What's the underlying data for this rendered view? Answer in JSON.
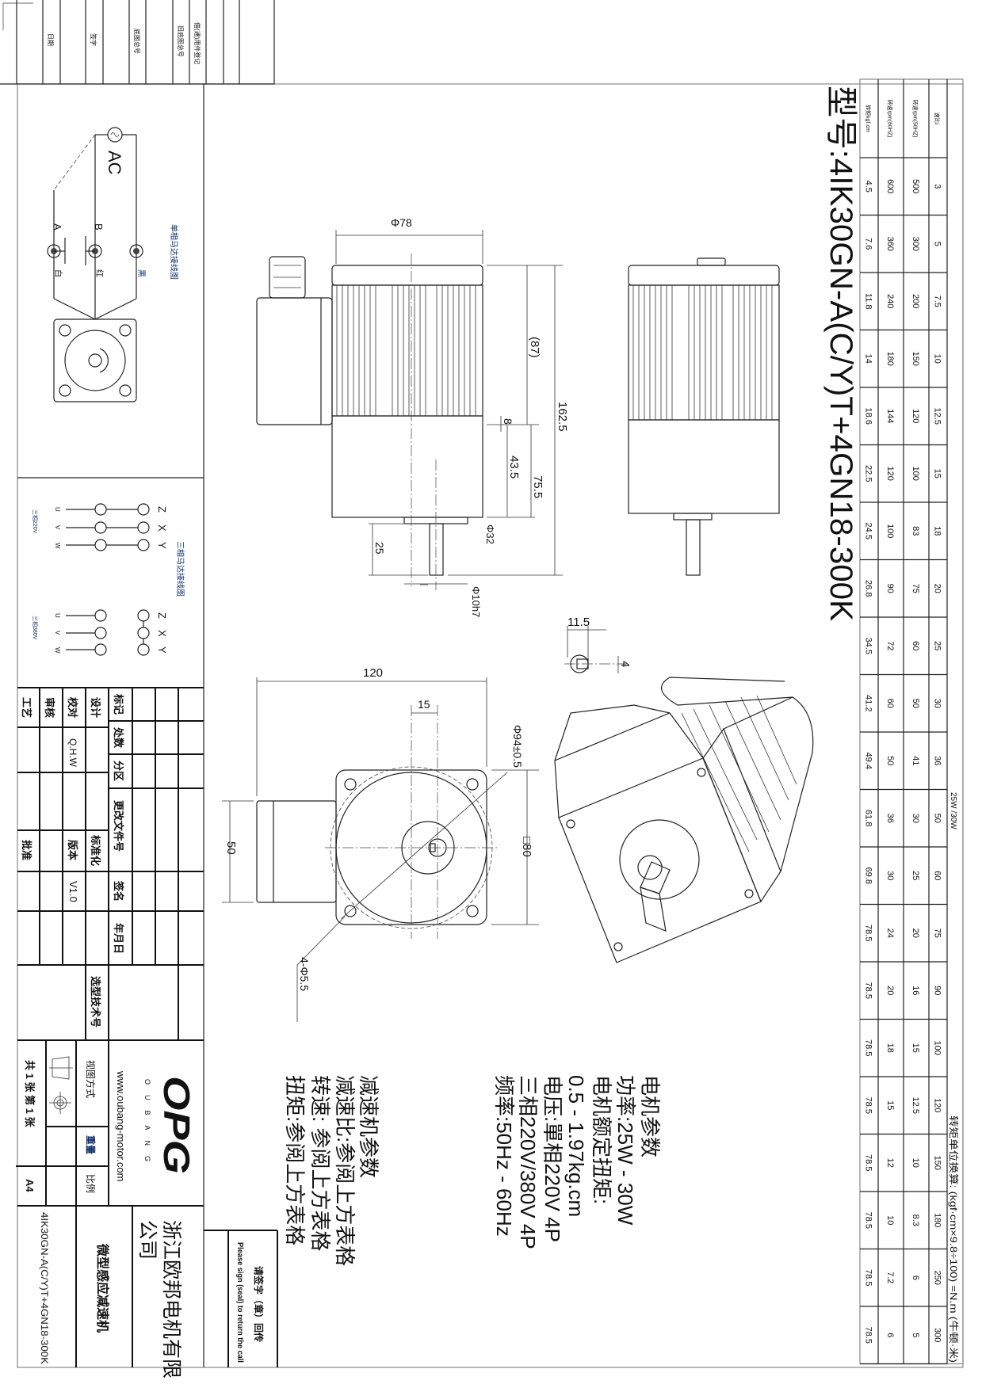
{
  "title": "型号:4IK30GN-A(C/Y)T+4GN18-300K",
  "top_strip": [
    "日期",
    "签字",
    "底图总号",
    "旧底图总号",
    "借(通)用件登记"
  ],
  "single_phase": {
    "title": "单相马达接线图",
    "ac": "AC",
    "a": "A",
    "b": "B",
    "white": "白",
    "red": "红",
    "black": "黑"
  },
  "three_phase": {
    "title": "三相马达接线图",
    "label_220": "三相220V",
    "label_380": "三相380V",
    "u": "U",
    "v": "V",
    "w": "W",
    "z": "Z",
    "x": "X",
    "y": "Y"
  },
  "dims": {
    "d78": "Φ78",
    "d87": "(87)",
    "d1625": "162.5",
    "d8": "8",
    "d435": "43.5",
    "d755": "75.5",
    "d32": "Φ32",
    "d25": "25",
    "d10": "Φ10h7",
    "d115": "11.5",
    "d4": "4",
    "d120": "120",
    "d15": "15",
    "d94": "Φ94±0.5",
    "d80": "□80",
    "d50": "50",
    "d55": "4-Φ5.5"
  },
  "motor_params": {
    "heading": "电机参数",
    "power": "功率:25W - 30W",
    "torque_label": "电机额定扭矩:",
    "torque": "0.5 - 1.97kg.cm",
    "voltage": "电压:單相220V 4P",
    "three": "三相220V/380V 4P",
    "freq": "频率:50Hz - 60Hz"
  },
  "gear_params": {
    "heading": "减速机参数",
    "ratio": "减速比:参阅上方表格",
    "speed": "转速: 参阅上方表格",
    "torque": "扭矩:参阅上方表格"
  },
  "table": {
    "headers": [
      "速比i",
      "转速rpm(50HZ)",
      "转速rpm(60HZ)",
      "转矩kgf.cm"
    ],
    "ratio": [
      "3",
      "5",
      "7.5",
      "10",
      "12.5",
      "15",
      "18",
      "20",
      "25",
      "30",
      "36",
      "50",
      "60",
      "75",
      "90",
      "100",
      "120",
      "150",
      "180",
      "250",
      "300"
    ],
    "rpm50": [
      "500",
      "300",
      "200",
      "150",
      "120",
      "100",
      "83",
      "75",
      "60",
      "50",
      "41",
      "30",
      "25",
      "20",
      "16",
      "15",
      "12.5",
      "10",
      "8.3",
      "6",
      "5"
    ],
    "rpm60": [
      "600",
      "360",
      "240",
      "180",
      "144",
      "120",
      "100",
      "90",
      "72",
      "60",
      "50",
      "36",
      "30",
      "24",
      "20",
      "18",
      "15",
      "12",
      "10",
      "7.2",
      "6"
    ],
    "torque": [
      "4.5",
      "7.6",
      "11.8",
      "14",
      "18.6",
      "22.5",
      "24.5",
      "26.8",
      "34.5",
      "41.2",
      "49.4",
      "61.8",
      "69.8",
      "78.5",
      "78.5",
      "78.5",
      "78.5",
      "78.5",
      "78.5",
      "78.5",
      "78.5"
    ],
    "power_note": "25W /30W",
    "conversion": "转矩单位换算: (kgf·cm×9.8÷100) =N.m (牛顿·米)"
  },
  "revision": {
    "mark": "标记",
    "count": "处数",
    "zone": "分区",
    "doc": "更改文件号",
    "sign": "签名",
    "date": "年月日",
    "design": "设计",
    "check": "校对",
    "review": "审核",
    "craft": "工艺",
    "checker": "Q.H.W",
    "standard": "标准化",
    "version_label": "版本",
    "approve": "批准",
    "version": "V1.0",
    "selection": "选型技术号"
  },
  "title_block": {
    "logo": "OPG",
    "brand": "OUBANG",
    "url": "www.oubang-motor.com",
    "view": "视图方式",
    "weight": "重量",
    "scale": "比例",
    "sheets": "共 1 张 第 1 张",
    "size": "A4",
    "company": "浙江欧邦电机有限",
    "company2": "公司",
    "product": "微型感应减速机",
    "model": "4IK30GN-A(C/Y)T+4GN18-300K",
    "sign_cn": "请签字（章）回传",
    "sign_en": "Please sign (seal) to return the call"
  }
}
